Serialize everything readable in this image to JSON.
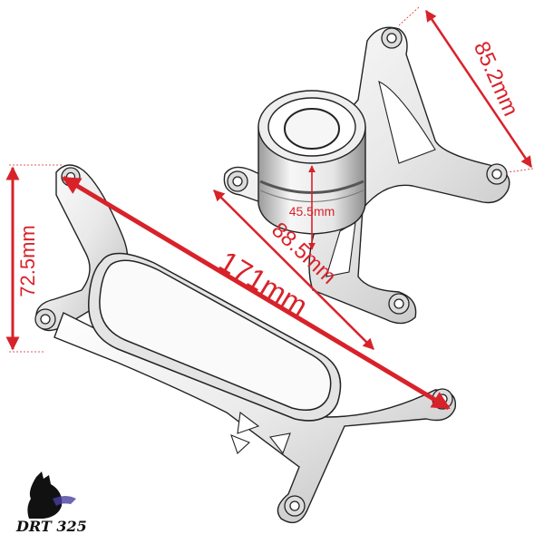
{
  "dimensions": {
    "height_left": "72.5mm",
    "length_diagonal": "171mm",
    "bracket_width": "88.5mm",
    "bracket_height": "85.2mm",
    "puck_diameter": "45.5mm"
  },
  "logo": {
    "text": "DRT 325"
  },
  "colors": {
    "dimension": "#d8222a",
    "outline": "#222222",
    "metal_light": "#f4f4f4",
    "metal_mid": "#cfcfcf"
  }
}
